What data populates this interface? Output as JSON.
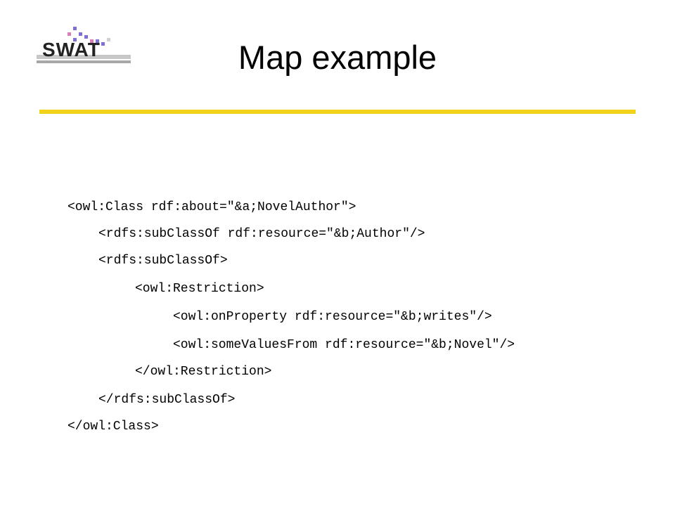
{
  "logo": {
    "text": "SWAT",
    "accent_color": "#6a5ccf"
  },
  "slide": {
    "title": "Map example",
    "rule_color": "#f2d21b"
  },
  "code": {
    "lines": [
      "<owl:Class rdf:about=\"&a;NovelAuthor\">",
      "<rdfs:subClassOf rdf:resource=\"&b;Author\"/>",
      "<rdfs:subClassOf>",
      "<owl:Restriction>",
      "<owl:onProperty rdf:resource=\"&b;writes\"/>",
      "<owl:someValuesFrom rdf:resource=\"&b;Novel\"/>",
      "</owl:Restriction>",
      "</rdfs:subClassOf>",
      "</owl:Class>"
    ]
  }
}
